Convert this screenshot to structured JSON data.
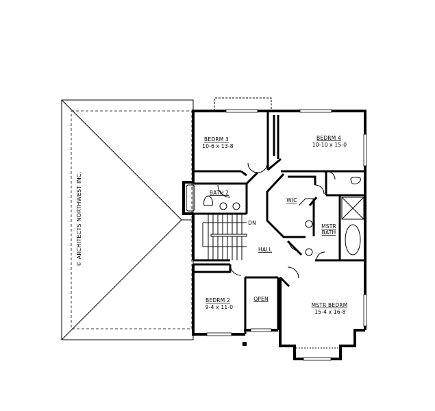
{
  "copyright": "© ARCHITECTS NORTHWEST INC.",
  "rooms": [
    {
      "id": "bedrm3",
      "name": "BEDRM 3",
      "dims": "10-6 x 13-8"
    },
    {
      "id": "bedrm4",
      "name": "BEDRM 4",
      "dims": "10-10 x 15-0"
    },
    {
      "id": "bath2",
      "name": "BATH 2",
      "dims": ""
    },
    {
      "id": "wic",
      "name": "WIC",
      "dims": ""
    },
    {
      "id": "mstr_bath",
      "name": "MSTR",
      "name2": "BATH",
      "dims": ""
    },
    {
      "id": "hall",
      "name": "HALL",
      "dims": ""
    },
    {
      "id": "bedrm2",
      "name": "BEDRM 2",
      "dims": "9-4 x 11-0"
    },
    {
      "id": "open",
      "name": "OPEN",
      "dims": ""
    },
    {
      "id": "mstr_bedrm",
      "name": "MSTR BEDRM",
      "dims": "15-4 x 16-8"
    }
  ],
  "stair": {
    "label": "DN"
  },
  "colors": {
    "wall": "#000000",
    "background": "#ffffff",
    "window": "#ffffff"
  }
}
